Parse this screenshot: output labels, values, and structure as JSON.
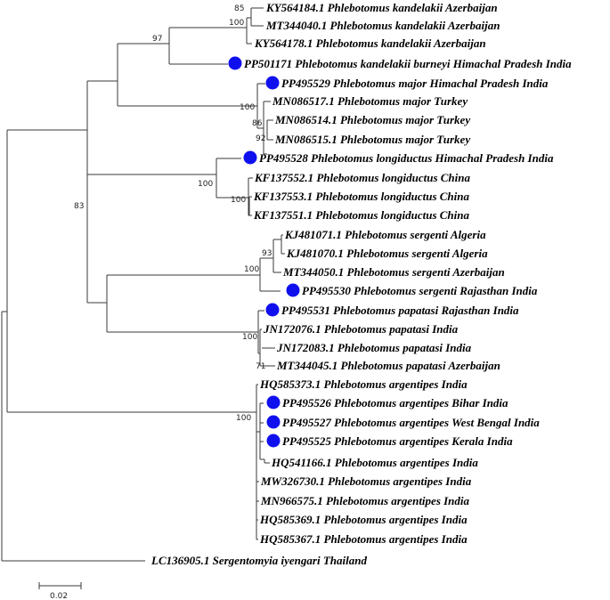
{
  "tree": {
    "marker_color": "#1010ee",
    "marker_shape": "filled-circle",
    "leaves": [
      {
        "label": "KY564184.1 Phlebotomus kandelakii Azerbaijan",
        "marked": false
      },
      {
        "label": "MT344040.1 Phlebotomus kandelakii Azerbaijan",
        "marked": false
      },
      {
        "label": "KY564178.1 Phlebotomus kandelakii Azerbaijan",
        "marked": false
      },
      {
        "label": "PP501171 Phlebotomus kandelakii burneyi Himachal Pradesh India",
        "marked": true
      },
      {
        "label": "PP495529 Phlebotomus major Himachal Pradesh India",
        "marked": true
      },
      {
        "label": "MN086517.1 Phlebotomus major Turkey",
        "marked": false
      },
      {
        "label": "MN086514.1 Phlebotomus major Turkey",
        "marked": false
      },
      {
        "label": "MN086515.1 Phlebotomus major Turkey",
        "marked": false
      },
      {
        "label": "PP495528 Phlebotomus longiductus Himachal Pradesh India",
        "marked": true
      },
      {
        "label": "KF137552.1 Phlebotomus longiductus China",
        "marked": false
      },
      {
        "label": "KF137553.1 Phlebotomus longiductus China",
        "marked": false
      },
      {
        "label": "KF137551.1 Phlebotomus longiductus China",
        "marked": false
      },
      {
        "label": "KJ481071.1 Phlebotomus sergenti Algeria",
        "marked": false
      },
      {
        "label": "KJ481070.1 Phlebotomus sergenti Algeria",
        "marked": false
      },
      {
        "label": "MT344050.1 Phlebotomus sergenti Azerbaijan",
        "marked": false
      },
      {
        "label": "PP495530 Phlebotomus sergenti Rajasthan India",
        "marked": true
      },
      {
        "label": "PP495531 Phlebotomus papatasi Rajasthan India",
        "marked": true
      },
      {
        "label": "JN172076.1 Phlebotomus papatasi India",
        "marked": false
      },
      {
        "label": "JN172083.1 Phlebotomus papatasi India",
        "marked": false
      },
      {
        "label": "MT344045.1 Phlebotomus papatasi Azerbaijan",
        "marked": false
      },
      {
        "label": "HQ585373.1 Phlebotomus argentipes India",
        "marked": false
      },
      {
        "label": "PP495526 Phlebotomus argentipes Bihar India",
        "marked": true
      },
      {
        "label": "PP495527 Phlebotomus argentipes West Bengal India",
        "marked": true
      },
      {
        "label": "PP495525 Phlebotomus argentipes Kerala India",
        "marked": true
      },
      {
        "label": "HQ541166.1 Phlebotomus argentipes India",
        "marked": false
      },
      {
        "label": "MW326730.1 Phlebotomus argentipes India",
        "marked": false
      },
      {
        "label": "MN966575.1 Phlebotomus argentipes India",
        "marked": false
      },
      {
        "label": "HQ585369.1 Phlebotomus argentipes India",
        "marked": false
      },
      {
        "label": "HQ585367.1 Phlebotomus argentipes India",
        "marked": false
      },
      {
        "label": "LC136905.1 Sergentomyia iyengari Thailand",
        "marked": false
      }
    ],
    "bootstrap_values": [
      "85",
      "100",
      "97",
      "100",
      "86",
      "92",
      "100",
      "100",
      "83",
      "93",
      "100",
      "100",
      "71",
      "100"
    ],
    "scale_bar": {
      "label": "0.02",
      "length": 0.02
    }
  }
}
